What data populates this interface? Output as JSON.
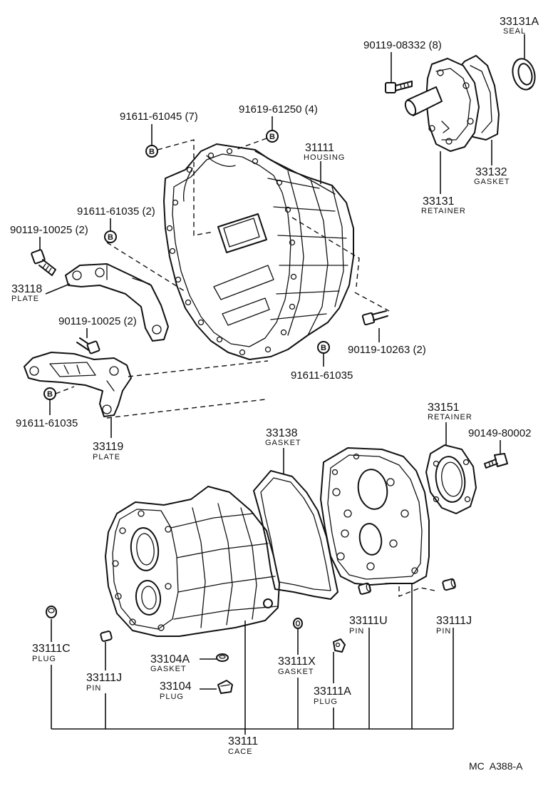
{
  "diagram_code": "MC  A388-A",
  "callout_marker": "B",
  "parts": {
    "seal_33131a": {
      "number": "33131A",
      "desc": "SEAL"
    },
    "bolt_90119_08332": {
      "number": "90119-08332 (8)"
    },
    "retainer_33131": {
      "number": "33131",
      "desc": "RETAINER"
    },
    "gasket_33132": {
      "number": "33132",
      "desc": "GASKET"
    },
    "bolt_91611_61045": {
      "number": "91611-61045 (7)"
    },
    "bolt_91619_61250": {
      "number": "91619-61250 (4)"
    },
    "housing_31111": {
      "number": "31111",
      "desc": "HOUSING"
    },
    "bolt_91611_61035_2": {
      "number": "91611-61035 (2)"
    },
    "bolt_90119_10025_a": {
      "number": "90119-10025 (2)"
    },
    "plate_33118": {
      "number": "33118",
      "desc": "PLATE"
    },
    "bolt_90119_10025_b": {
      "number": "90119-10025 (2)"
    },
    "bolt_90119_10263": {
      "number": "90119-10263 (2)"
    },
    "bolt_91611_61035_a": {
      "number": "91611-61035"
    },
    "bolt_91611_61035_b": {
      "number": "91611-61035"
    },
    "plate_33119": {
      "number": "33119",
      "desc": "PLATE"
    },
    "gasket_33138": {
      "number": "33138",
      "desc": "GASKET"
    },
    "retainer_33151": {
      "number": "33151",
      "desc": "RETAINER"
    },
    "bolt_90149_80002": {
      "number": "90149-80002"
    },
    "plug_33111c": {
      "number": "33111C",
      "desc": "PLUG"
    },
    "pin_33111j_a": {
      "number": "33111J",
      "desc": "PIN"
    },
    "gasket_33104a": {
      "number": "33104A",
      "desc": "GASKET"
    },
    "plug_33104": {
      "number": "33104",
      "desc": "PLUG"
    },
    "gasket_33111x": {
      "number": "33111X",
      "desc": "GASKET"
    },
    "plug_33111a": {
      "number": "33111A",
      "desc": "PLUG"
    },
    "pin_33111u": {
      "number": "33111U",
      "desc": "PIN"
    },
    "pin_33111j_b": {
      "number": "33111J",
      "desc": "PIN"
    },
    "case_33111": {
      "number": "33111",
      "desc": "CACE"
    }
  }
}
